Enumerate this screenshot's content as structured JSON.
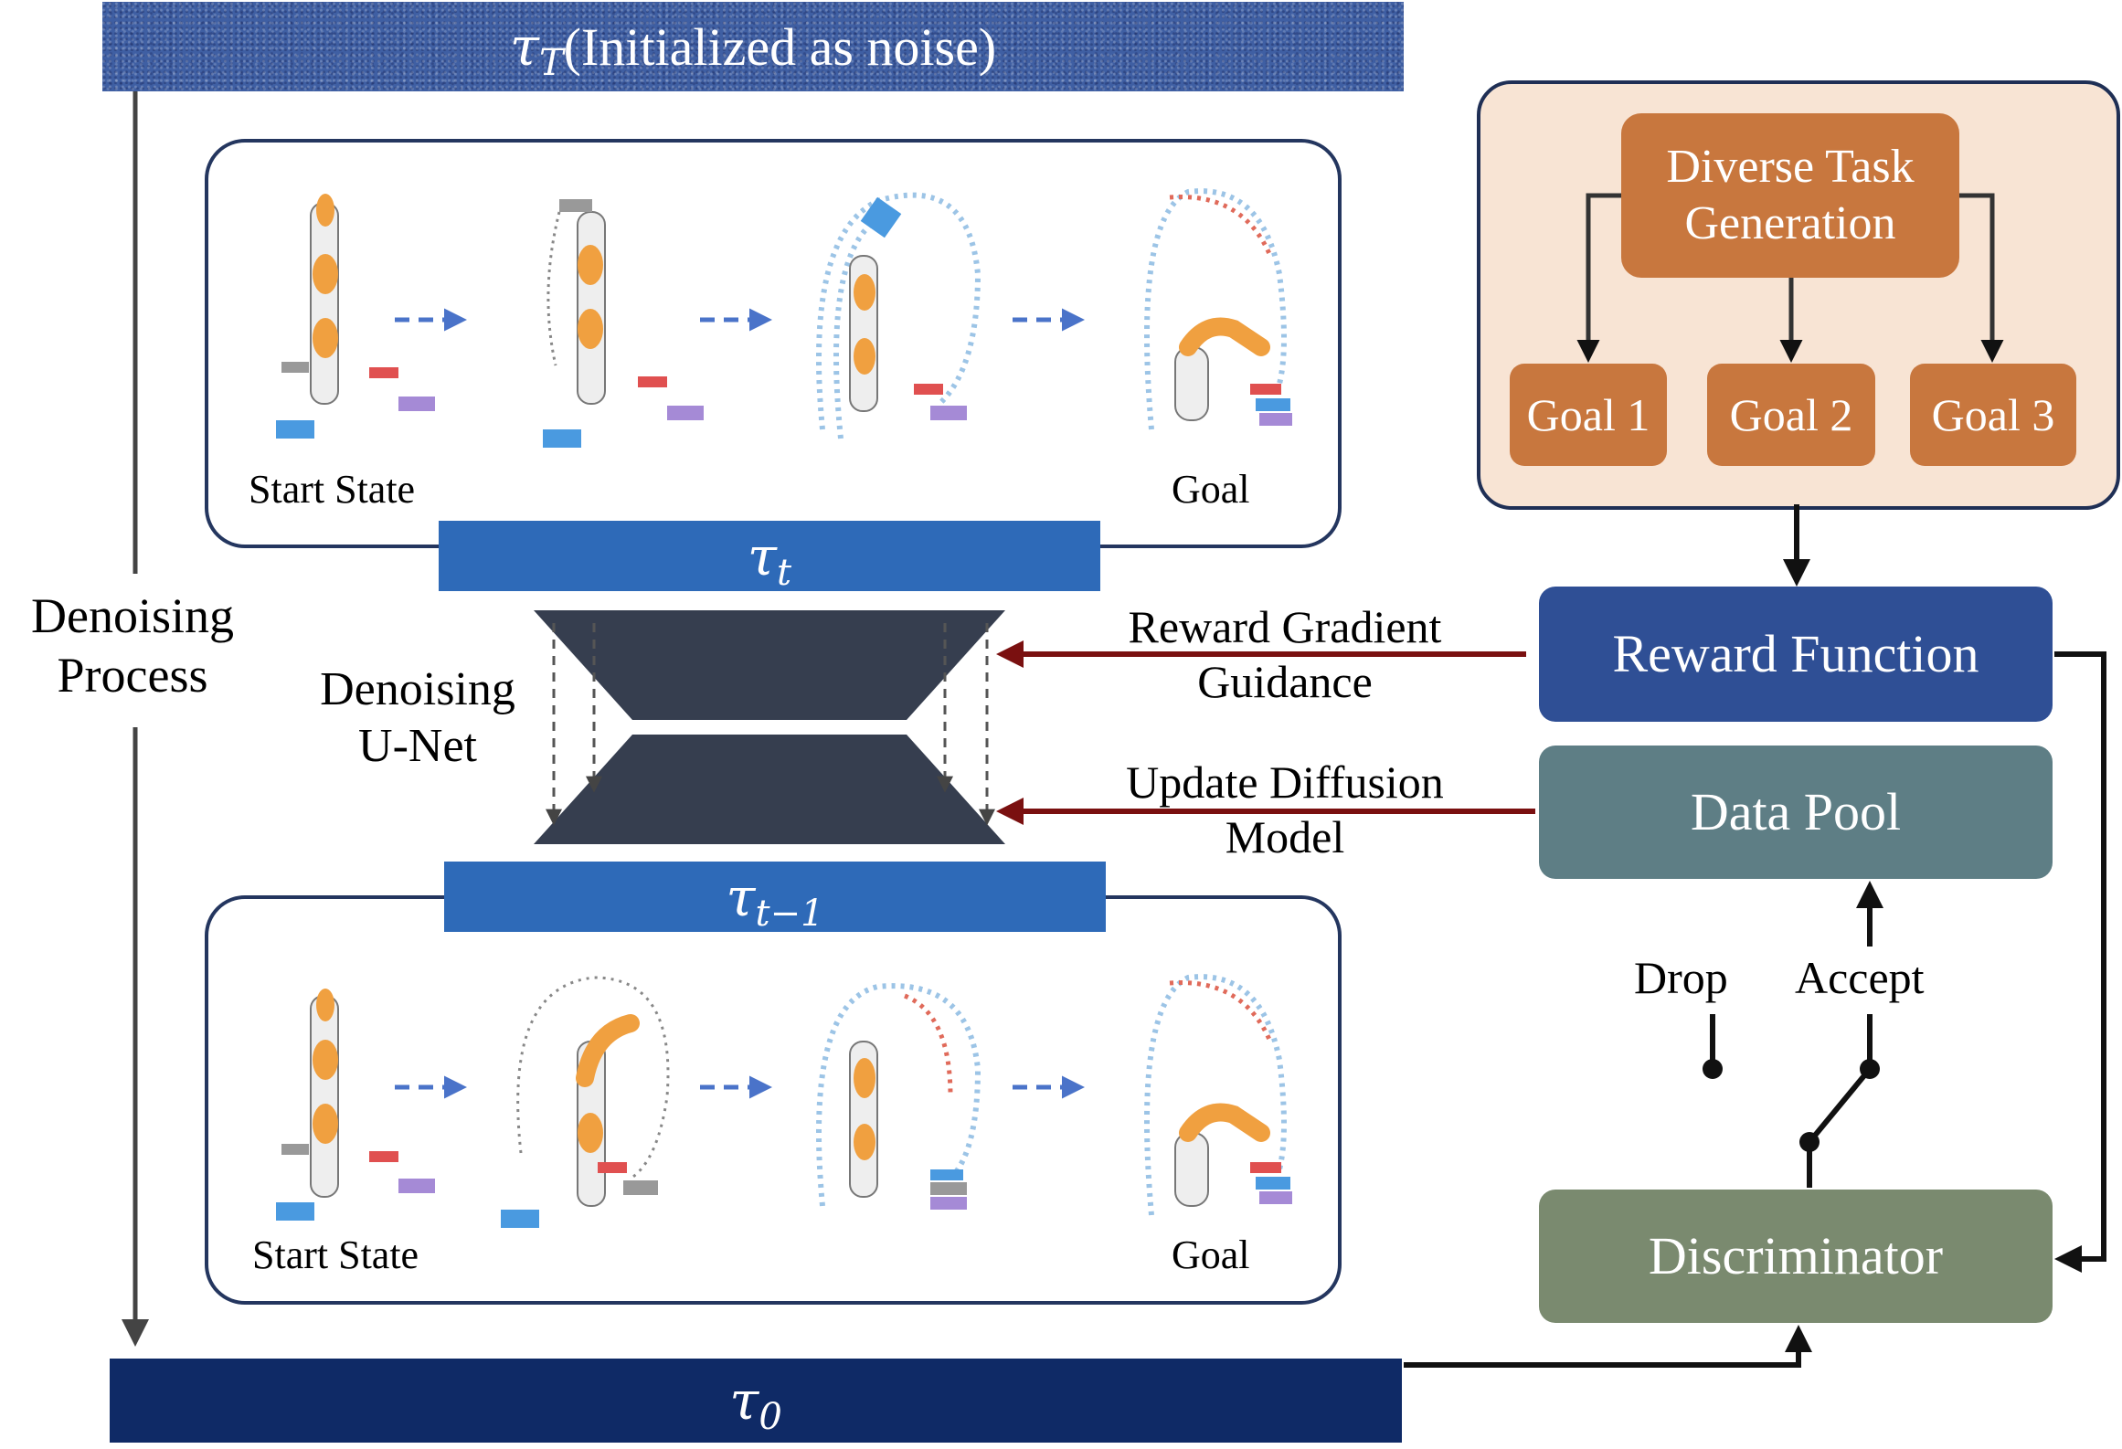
{
  "noise_bar": {
    "tau": "τ",
    "sub": "T",
    "text": " (Initialized as noise)"
  },
  "tau_t": {
    "tau": "τ",
    "sub": "t"
  },
  "tau_t1": {
    "tau": "τ",
    "sub": "t−1"
  },
  "tau_0": {
    "tau": "τ",
    "sub": "0"
  },
  "denoising_process": "Denoising Process",
  "denoising_unet": "Denoising U-Net",
  "top_panel": {
    "start": "Start State",
    "goal": "Goal"
  },
  "bottom_panel": {
    "start": "Start State",
    "goal": "Goal"
  },
  "task_generation": "Diverse Task Generation",
  "goals": [
    "Goal 1",
    "Goal 2",
    "Goal 3"
  ],
  "reward_function": "Reward Function",
  "data_pool": "Data Pool",
  "discriminator": "Discriminator",
  "reward_guidance": "Reward Gradient Guidance",
  "update_model": "Update Diffusion Model",
  "drop": "Drop",
  "accept": "Accept",
  "colors": {
    "noise": "#3f5fa3",
    "tau_bar": "#2e6ab8",
    "tau_0_bar": "#0f2a66",
    "task_box": "#c8773e",
    "task_bg": "#f8e4d4",
    "reward": "#2f4f95",
    "pool": "#5e7e85",
    "discriminator": "#7a8a6f",
    "guidance_arrow": "#7a1010",
    "robot_orange": "#f0a040",
    "unet": "#363e4f"
  }
}
